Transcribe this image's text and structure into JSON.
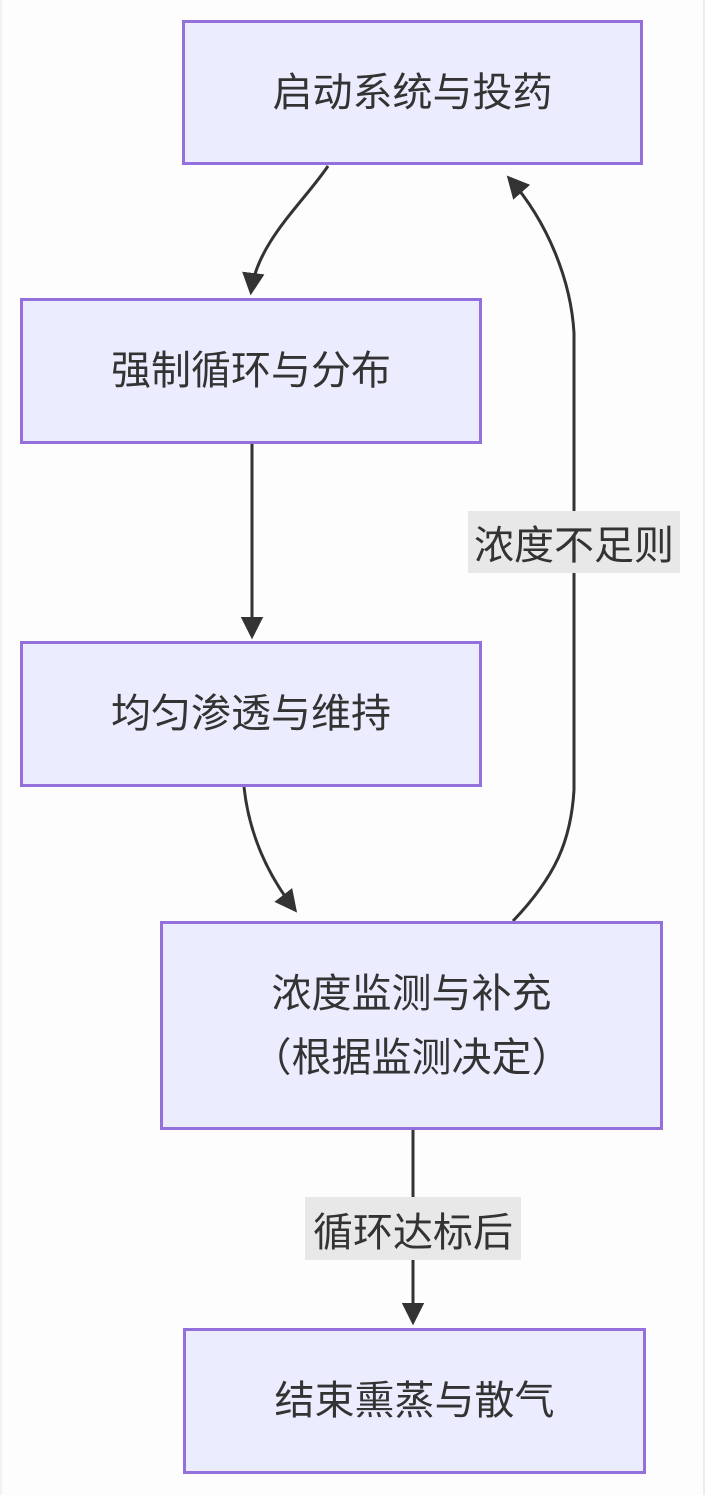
{
  "diagram": {
    "type": "flowchart",
    "direction": "top-down",
    "colors": {
      "node_fill": "#ECECFF",
      "node_border": "#9370DB",
      "node_text": "#333333",
      "edge_stroke": "#333333",
      "edge_label_bg": "#E8E8E8",
      "background": "#FFFFFF"
    },
    "nodes": [
      {
        "id": "start",
        "label": "启动系统与投药"
      },
      {
        "id": "circulation",
        "label": "强制循环与分布"
      },
      {
        "id": "permeation",
        "label": "均匀渗透与维持"
      },
      {
        "id": "monitoring",
        "label": "浓度监测与补充\n（根据监测决定）"
      },
      {
        "id": "end",
        "label": "结束熏蒸与散气"
      }
    ],
    "edges": [
      {
        "from": "start",
        "to": "circulation",
        "label": ""
      },
      {
        "from": "circulation",
        "to": "permeation",
        "label": ""
      },
      {
        "from": "permeation",
        "to": "monitoring",
        "label": ""
      },
      {
        "from": "monitoring",
        "to": "start",
        "label": "浓度不足则"
      },
      {
        "from": "monitoring",
        "to": "end",
        "label": "循环达标后"
      }
    ]
  }
}
